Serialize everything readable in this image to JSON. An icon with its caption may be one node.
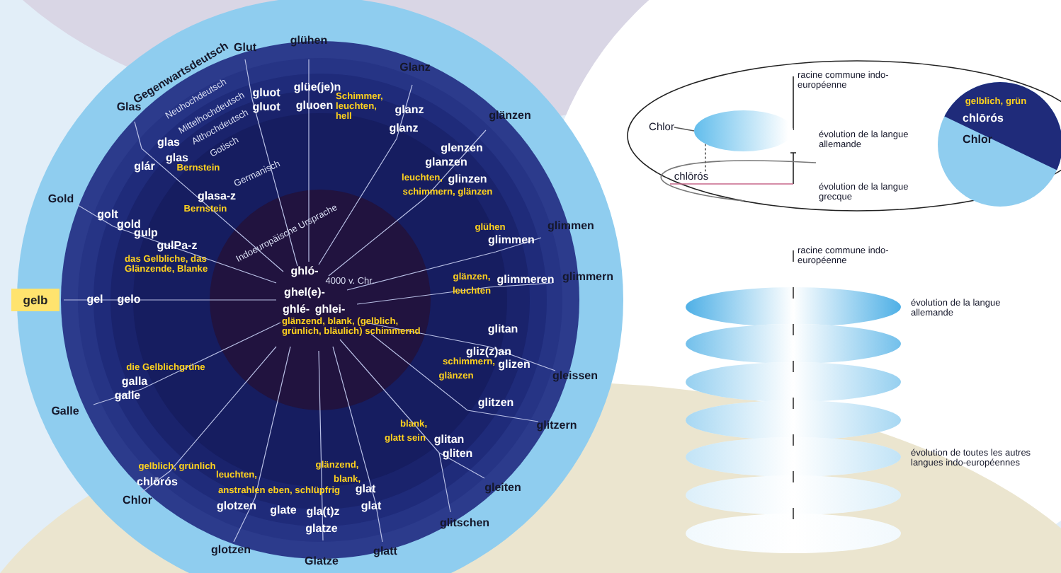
{
  "diagram": {
    "nodes": [
      {
        "text": [
          "Chlor"
        ]
      },
      {
        "text": [],
        "shape": "ellipse"
      },
      {
        "text": [
          "chlōrós"
        ]
      }
    ],
    "edges": [
      {
        "from": 0,
        "to": 1,
        "arrow": "none"
      },
      {
        "from": 1,
        "to": 2,
        "arrow": "none",
        "style": "dashed"
      }
    ],
    "labels": [
      "Gegenwartsdeutsch",
      "Glut",
      "glühen",
      "Glas",
      "Glanz",
      "Neuhochdeutsch",
      "Mittelhochdeutsch",
      "Althochdeutsch",
      "glüe(je)n",
      "gluot",
      "gluot",
      "gluoen",
      "Schimmer, leuchten, hell",
      "glanz",
      "glanz",
      "glänzen",
      "glas",
      "glas",
      "Gotisch",
      "glár",
      "Bernstein",
      "Germanisch",
      "glenzen",
      "glanzen",
      "leuchten,",
      "glinzen",
      "schimmern, glänzen",
      "Gold",
      "glasa-z",
      "Bernstein",
      "golt",
      "gold",
      "Indoeuropäische Ursprache",
      "gulp",
      "glühen",
      "glimmen",
      "glimmen",
      "gulPa-z",
      "das Gelbliche, das Glänzende, Blanke",
      "ghló-",
      "4000 v. Chr.",
      "glänzen,",
      "glimmeren",
      "glimmern",
      "leuchten",
      "ghel(e)-",
      "gelb",
      "gel",
      "gelo",
      "ghlé-",
      "ghlei-",
      "glänzend, blank, (gelblich, grünlich, bläulich) schimmernd",
      "die Gelblichgrüne",
      "galla",
      "galle",
      "Galle",
      "glitan",
      "gliz(z)an",
      "schimmern,",
      "glizen",
      "glänzen",
      "gleissen",
      "glitzen",
      "blank,",
      "glitzern",
      "glatt sein",
      "glitan",
      "gliten",
      "gelblich, grünlich",
      "glänzend,",
      "leuchten,",
      "chlōrós",
      "blank,",
      "anstrahlen eben, schlüpfrig",
      "glat",
      "gleiten",
      "Chlor",
      "glotzen",
      "glate",
      "gla(t)z",
      "glat",
      "glitschen",
      "glatze",
      "glotzen",
      "glatt",
      "Glatze",
      "racine commune indo-européenne",
      "évolution de la langue allemande",
      "évolution de la langue grecque",
      "gelblich, grün",
      "chlōrós",
      "Chlor",
      "racine commune indo-européenne",
      "évolution de la langue allemande",
      "évolution de toutes les autres langues indo-européennes"
    ]
  }
}
